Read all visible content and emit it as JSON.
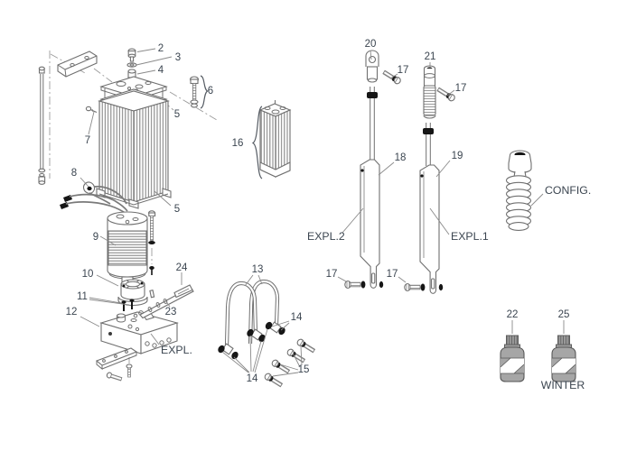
{
  "diagram": {
    "type": "exploded-parts-diagram",
    "colors": {
      "background": "#ffffff",
      "line": "#707070",
      "text": "#3b4550",
      "black_fill": "#161616",
      "bottle_gray": "#a6a6a6"
    },
    "callouts": {
      "n2": "2",
      "n3": "3",
      "n4": "4",
      "n5a": "5",
      "n5b": "5",
      "n6": "6",
      "n7": "7",
      "n8": "8",
      "n9": "9",
      "n10": "10",
      "n11": "11",
      "n12": "12",
      "n13": "13",
      "n14a": "14",
      "n14b": "14",
      "n15": "15",
      "n16": "16",
      "n17a": "17",
      "n17b": "17",
      "n17c": "17",
      "n17d": "17",
      "n18": "18",
      "n19": "19",
      "n20": "20",
      "n21": "21",
      "n22": "22",
      "n23": "23",
      "n24": "24",
      "n25": "25"
    },
    "labels": {
      "expl": "EXPL.",
      "expl1": "EXPL.1",
      "expl2": "EXPL.2",
      "config": "CONFIG.",
      "winter": "WINTER"
    }
  }
}
